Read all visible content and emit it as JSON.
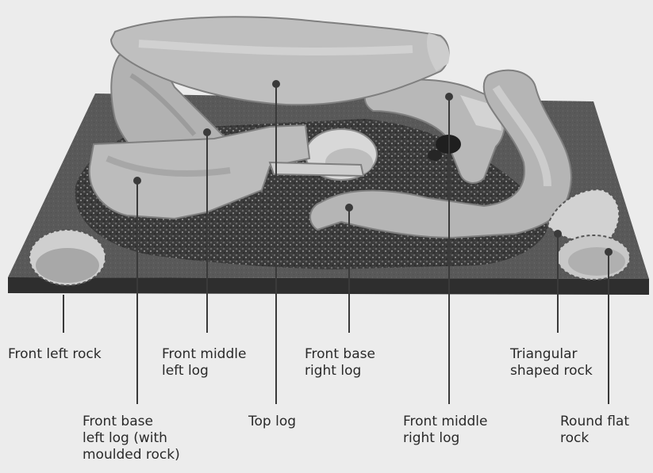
{
  "diagram": {
    "labels": {
      "front_left_rock": "Front left rock",
      "front_middle_left_log": "Front middle\nleft log",
      "front_base_right_log": "Front base\nright log",
      "triangular_shaped_rock": "Triangular\nshaped rock",
      "front_base_left_log": "Front base\nleft log (with\nmoulded rock)",
      "top_log": "Top log",
      "front_middle_right_log": "Front middle\nright log",
      "round_flat_rock": "Round flat\nrock"
    },
    "colors": {
      "background": "#ececec",
      "base_top": "#585858",
      "base_side": "#2e2e2e",
      "ember_bed": "#3c3c3c",
      "log_light": "#c9c9c9",
      "log_mid": "#a9a9a9",
      "log_dark": "#7f7f7f",
      "leader_line": "#3a3a3a"
    }
  }
}
